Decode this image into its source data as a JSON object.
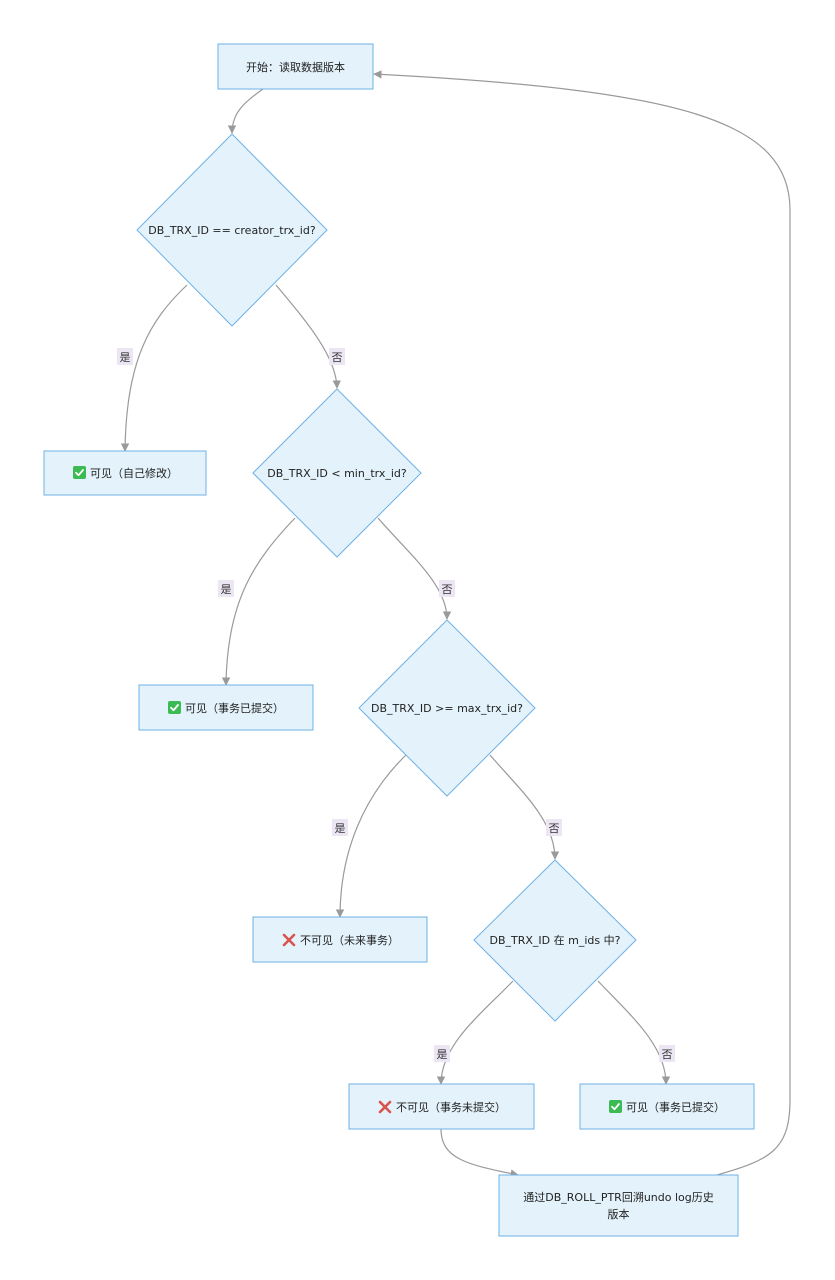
{
  "nodes": {
    "start": {
      "label": "开始：读取数据版本"
    },
    "d1": {
      "label": "DB_TRX_ID == creator_trx_id?"
    },
    "r1": {
      "label": "可见（自己修改）",
      "icon": "check-icon"
    },
    "d2": {
      "label": "DB_TRX_ID < min_trx_id?"
    },
    "r2": {
      "label": "可见（事务已提交）",
      "icon": "check-icon"
    },
    "d3": {
      "label": "DB_TRX_ID >= max_trx_id?"
    },
    "r3": {
      "label": "不可见（未来事务）",
      "icon": "cross-icon"
    },
    "d4": {
      "label": "DB_TRX_ID 在 m_ids 中?"
    },
    "r4": {
      "label": "不可见（事务未提交）",
      "icon": "cross-icon"
    },
    "r5": {
      "label": "可见（事务已提交）",
      "icon": "check-icon"
    },
    "undo": {
      "line1": "通过DB_ROLL_PTR回溯undo log历史",
      "line2": "版本"
    }
  },
  "edges": {
    "d1_yes": "是",
    "d1_no": "否",
    "d2_yes": "是",
    "d2_no": "否",
    "d3_yes": "是",
    "d3_no": "否",
    "d4_yes": "是",
    "d4_no": "否"
  },
  "colors": {
    "node_fill": "#e3f2fb",
    "node_stroke": "#6fb1e6",
    "edge": "#9a9a9a",
    "label_bg": "#ece6f4",
    "check": "#3cba54",
    "cross": "#d9534f"
  }
}
